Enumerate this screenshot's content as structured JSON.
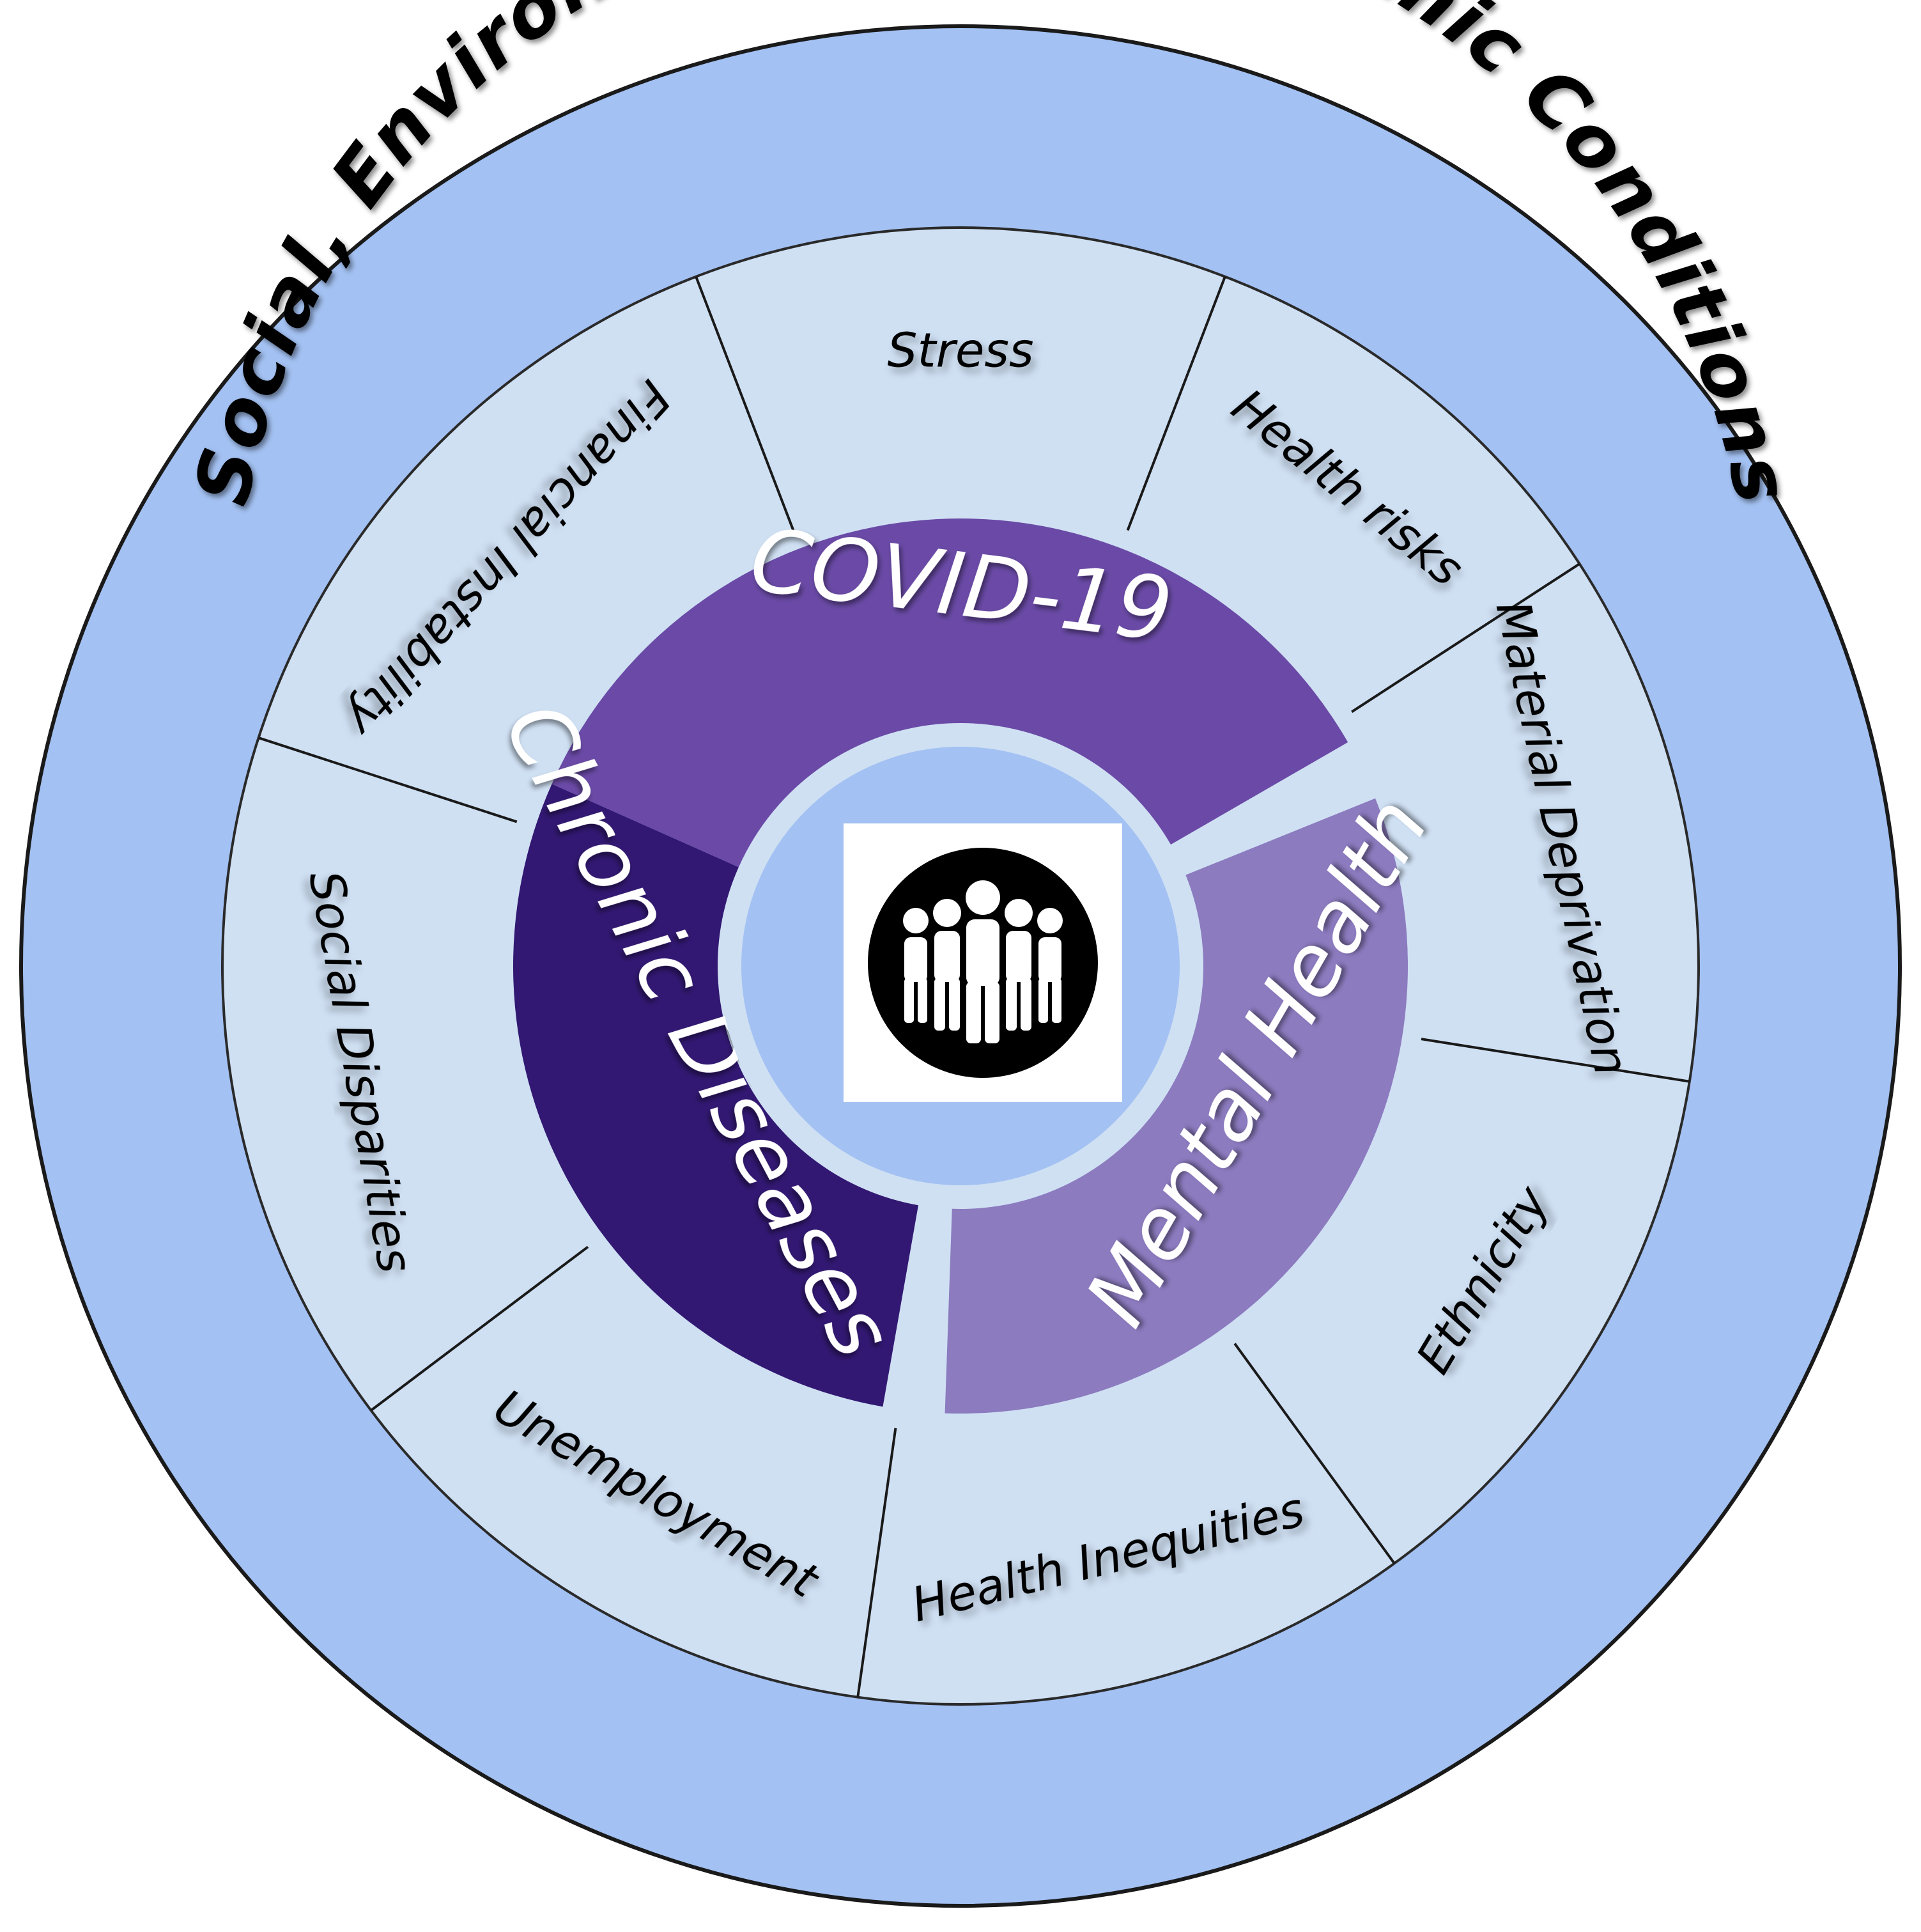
{
  "outer_ring": {
    "title": "Social, Environmental and Economic Conditions"
  },
  "factors": [
    {
      "label": "Stress"
    },
    {
      "label": "Health risks"
    },
    {
      "label": "Material Deprivation"
    },
    {
      "label": "Ethnicity"
    },
    {
      "label": "Health Inequities"
    },
    {
      "label": "Unemployment"
    },
    {
      "label": "Social Disparities"
    },
    {
      "label": "Financial Instability"
    }
  ],
  "core_segments": [
    {
      "label": "COVID-19"
    },
    {
      "label": "Mental Health"
    },
    {
      "label": "Chronic Diseases"
    }
  ],
  "center": {
    "icon": "community-group-icon"
  },
  "colors": {
    "outer_ring": "#a3c1f2",
    "factor_ring": "#cfe0f3",
    "covid": "#6a4aa6",
    "mental_health": "#8c7bbf",
    "chronic_diseases": "#321872",
    "center_disc": "#a3c1f2",
    "text_dark": "#000000",
    "text_light": "#ffffff"
  }
}
